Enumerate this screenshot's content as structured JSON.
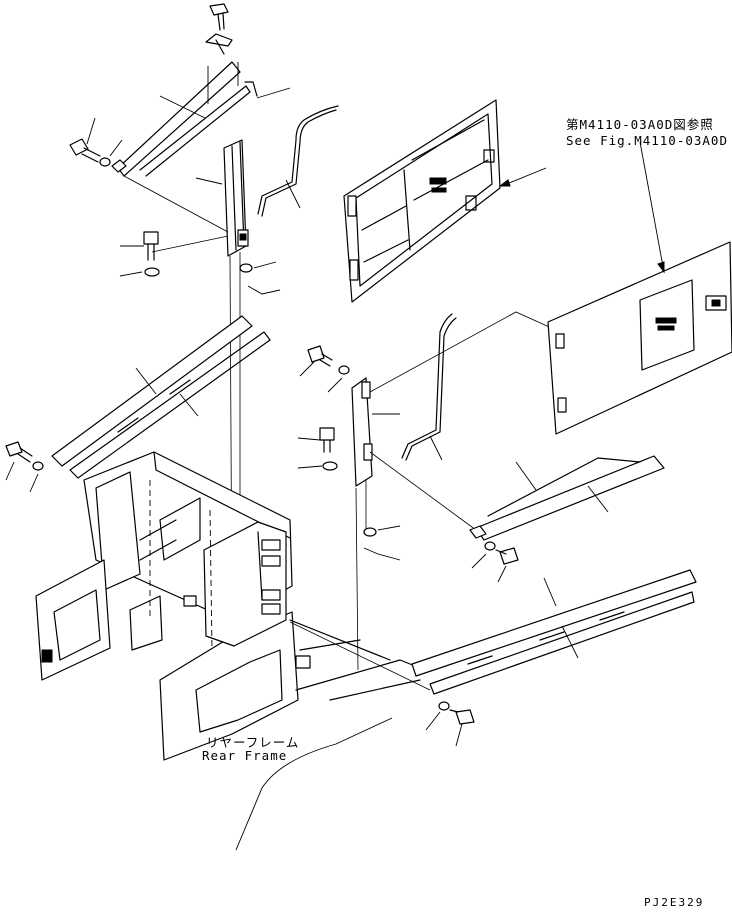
{
  "diagram": {
    "reference_note_jp": "第M4110-03A0D図参照",
    "reference_note_en": "See Fig.M4110-03A0D",
    "rear_frame_label_jp": "リヤーフレーム",
    "rear_frame_label_en": "Rear Frame",
    "drawing_code": "PJ2E329"
  }
}
